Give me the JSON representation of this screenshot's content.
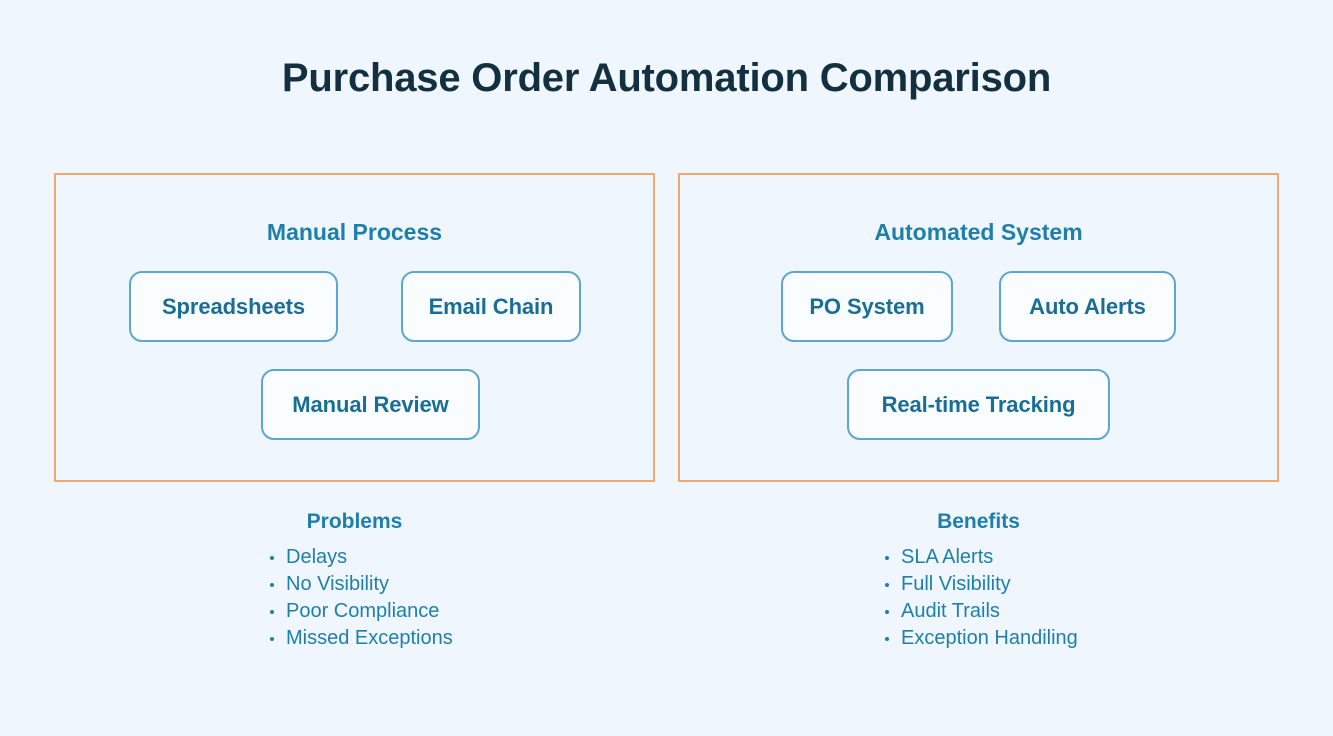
{
  "title": "Purchase Order Automation Comparison",
  "theme": {
    "background": "#f0f6fd",
    "title_color": "#12303f",
    "panel_border": "#eda96f",
    "panel_fill": "#f0f6fd",
    "node_border": "#5ba7cf",
    "node_fill": "#fafdff",
    "node_text": "#1a6e96",
    "heading_text": "#1f7fab",
    "list_text": "#1f7fab",
    "bullet_glyph": "bullet-dot"
  },
  "panels": [
    {
      "id": "manual",
      "title": "Manual Process",
      "nodes": [
        {
          "label": "Spreadsheets"
        },
        {
          "label": "Email Chain"
        },
        {
          "label": "Manual Review"
        }
      ]
    },
    {
      "id": "automated",
      "title": "Automated System",
      "nodes": [
        {
          "label": "PO System"
        },
        {
          "label": "Auto Alerts"
        },
        {
          "label": "Real-time Tracking"
        }
      ]
    }
  ],
  "lists": [
    {
      "id": "problems",
      "title": "Problems",
      "items": [
        "Delays",
        "No Visibility",
        "Poor Compliance",
        "Missed Exceptions"
      ]
    },
    {
      "id": "benefits",
      "title": "Benefits",
      "items": [
        "SLA Alerts",
        "Full Visibility",
        "Audit Trails",
        "Exception Handiling"
      ]
    }
  ]
}
